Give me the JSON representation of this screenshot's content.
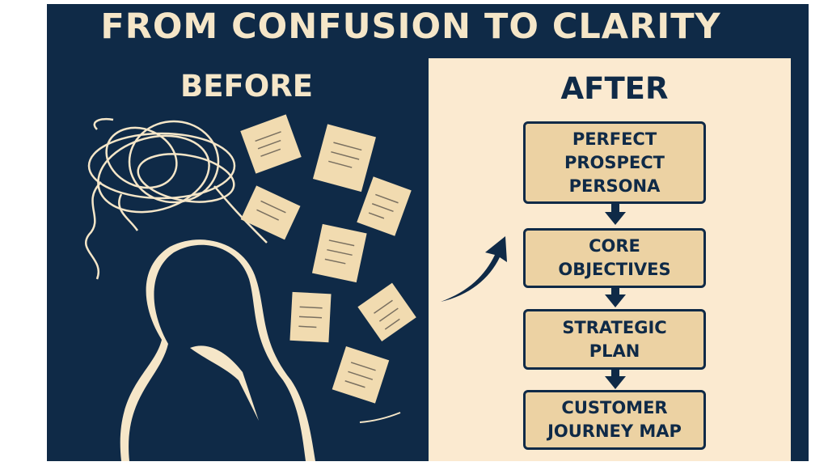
{
  "title": "FROM CONFUSION TO CLARITY",
  "before": {
    "label": "BEFORE"
  },
  "after": {
    "label": "AFTER",
    "steps": [
      {
        "label": "PERFECT\nPROSPECT\nPERSONA"
      },
      {
        "label": "CORE\nOBJECTIVES"
      },
      {
        "label": "STRATEGIC\nPLAN"
      },
      {
        "label": "CUSTOMER\nJOURNEY MAP"
      }
    ]
  },
  "colors": {
    "navy": "#0f2a47",
    "cream": "#f5e6c8",
    "panel": "#fbead0",
    "box": "#ecd2a3"
  }
}
